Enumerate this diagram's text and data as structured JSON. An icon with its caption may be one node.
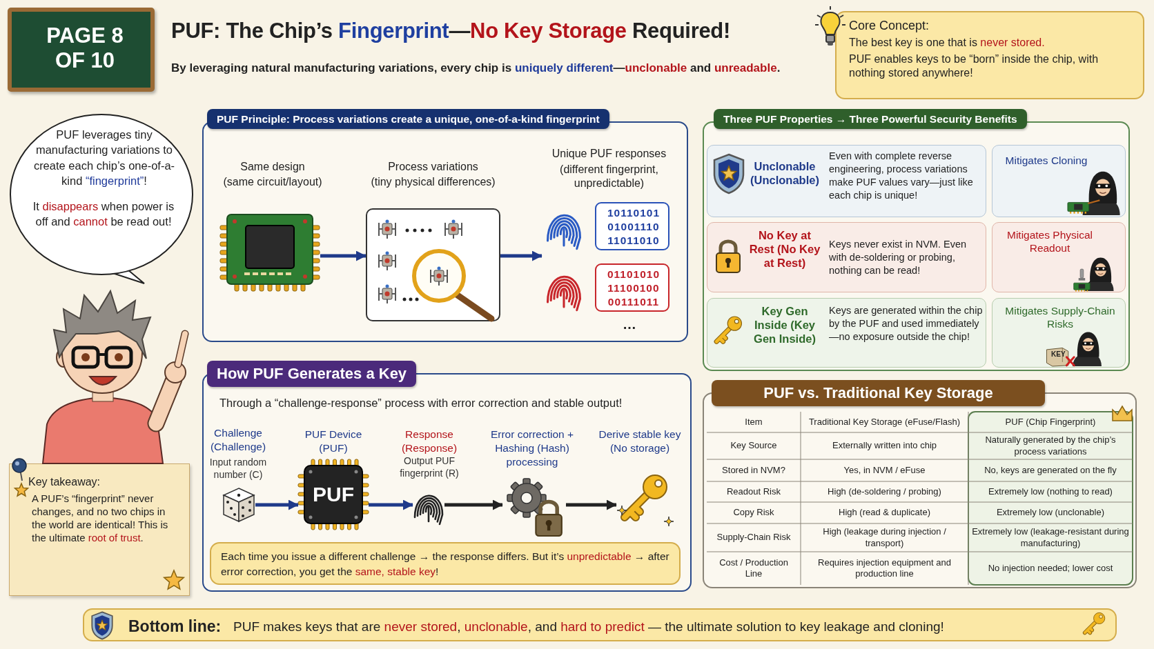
{
  "diagram": {
    "title": "PUF: The Chip’s **Fingerprint**—*No Key Storage* Required!",
    "nodes": [
      {
        "text": [
          "PAGE 8 OF 10"
        ]
      },
      {
        "text": [
          "Core Concept:",
          "The best key is one that is *never stored.*",
          "PUF enables keys to be “born” inside the chip, with nothing stored anywhere!"
        ]
      },
      {
        "text": [
          "PUF leverages tiny manufacturing variations to create each chip’s one-of-a-kind **“fingerprint”**!",
          "It *disappears* when power is off and *cannot* be read out!"
        ]
      },
      {
        "text": [
          "Key takeaway:",
          "A PUF’s “fingerprint” never changes, and no two chips in the world are identical! This is the ultimate *root of trust*."
        ]
      },
      {
        "text": [
          "PUF Principle: Process variations create a unique, one-of-a-kind fingerprint"
        ]
      },
      {
        "text": [],
        "shape": "picture",
        "in": 4,
        "beside": [
          "Same design",
          "(same circuit/layout)"
        ]
      },
      {
        "text": [],
        "shape": "box",
        "in": 4,
        "beside": [
          "Process variations",
          "(tiny physical differences)"
        ]
      },
      {
        "text": [
          "Unique PUF responses",
          "(different fingerprint, unpredictable)"
        ],
        "in": 4
      },
      {
        "text": [
          "10110101 01001110 11011010"
        ],
        "in": 7
      },
      {
        "text": [
          "01101010 11100100 00111011"
        ],
        "in": 7
      },
      {
        "text": [
          "How PUF Generates a Key",
          "Through a “challenge-response” process with error correction and stable output!"
        ]
      },
      {
        "text": [],
        "shape": "picture",
        "in": 10,
        "beside": [
          "Challenge (Challenge)",
          "Input random number (C)"
        ]
      },
      {
        "text": [
          "PUF"
        ],
        "in": 10,
        "beside": [
          "PUF Device (PUF)"
        ]
      },
      {
        "text": [],
        "shape": "picture",
        "in": 10,
        "beside": [
          "Response (Response)",
          "Output PUF fingerprint (R)"
        ]
      },
      {
        "text": [],
        "shape": "picture",
        "in": 10,
        "beside": [
          "Error correction + Hashing (Hash) processing"
        ]
      },
      {
        "text": [],
        "shape": "picture",
        "in": 10,
        "beside": [
          "Derive stable key (No storage)"
        ]
      },
      {
        "text": [
          "Each time you issue a different challenge → the response differs. But it’s *unpredictable* → after error correction, you get the *same, stable key*!"
        ],
        "in": 10
      },
      {
        "text": [
          "Three PUF Properties → Three Powerful Security Benefits"
        ]
      },
      {
        "text": [
          "Unclonable (Unclonable)",
          "Even with complete reverse engineering, process variations make PUF values vary—just like each chip is unique!"
        ],
        "in": 17
      },
      {
        "text": [
          "Mitigates Cloning"
        ],
        "in": 17
      },
      {
        "text": [
          "No Key at Rest (No Key at Rest)",
          "Keys never exist in NVM. Even with de-soldering or probing, nothing can be read!"
        ],
        "in": 17
      },
      {
        "text": [
          "Mitigates Physical Readout"
        ],
        "in": 17
      },
      {
        "text": [
          "Key Gen Inside (Key Gen Inside)",
          "Keys are generated within the chip by the PUF and used immediately—no exposure outside the chip!"
        ],
        "in": 17
      },
      {
        "text": [
          "Mitigates Supply-Chain Risks"
        ],
        "in": 17
      },
      {
        "text": [
          "PUF vs. Traditional Key Storage"
        ]
      },
      {
        "text": [
          "Bottom line:",
          "PUF makes keys that are *never stored*, *unclonable*, and *hard to predict* — the ultimate solution to key leakage and cloning!"
        ]
      }
    ],
    "edges": [
      {
        "from": 5,
        "to": 6,
        "arrow": "to"
      },
      {
        "from": 6,
        "to": 7,
        "arrow": "to"
      },
      {
        "from": 11,
        "to": 12,
        "arrow": "to"
      },
      {
        "from": 12,
        "to": 13,
        "arrow": "to"
      },
      {
        "from": 13,
        "to": 14,
        "arrow": "to",
        "color": "#222222"
      },
      {
        "from": 14,
        "to": 15,
        "arrow": "to",
        "color": "#222222"
      }
    ],
    "labels": [
      "By leveraging natural manufacturing variations, every chip is **uniquely different**—*unclonable* and *unreadable*.",
      "…",
      "KEY",
      "Item",
      "Traditional Key Storage (eFuse/Flash)",
      "PUF (Chip Fingerprint)",
      "Key Source",
      "Externally written into chip",
      "Naturally generated by the chip’s process variations",
      "Stored in NVM?",
      "Yes, in NVM / eFuse",
      "No, keys are generated on the fly",
      "Readout Risk",
      "High (de-soldering / probing)",
      "Extremely low (nothing to read)",
      "Copy Risk",
      "High (read & duplicate)",
      "Extremely low (unclonable)",
      "Supply-Chain Risk",
      "High (leakage during injection / transport)",
      "Extremely low (leakage-resistant during manufacturing)",
      "Cost / Production Line",
      "Requires injection equipment and production line",
      "No injection needed; lower cost"
    ]
  }
}
